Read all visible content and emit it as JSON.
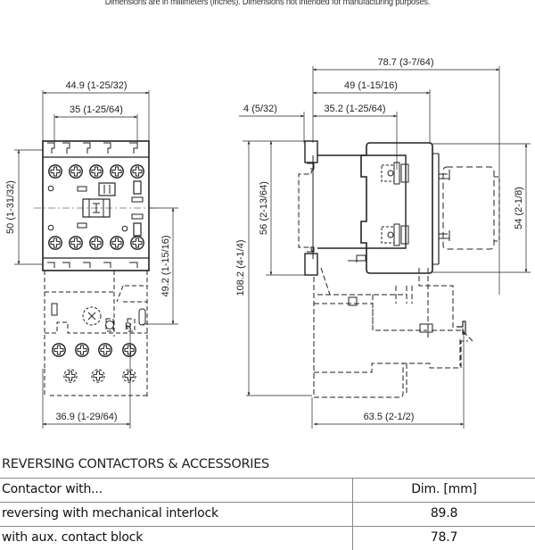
{
  "header": {
    "note": "Dimensions are in millimeters (inches). Dimensions not intended for manufacturing purposes."
  },
  "front_view": {
    "dims": {
      "overall_width": "44.9 (1-25/32)",
      "mounting_width": "35 (1-25/64)",
      "height": "50 (1-31/32)",
      "accessory_height": "49.2 (1-15/16)",
      "accessory_width": "36.9 (1-29/64)"
    },
    "marking_letter": "R"
  },
  "side_view": {
    "dims": {
      "overall_depth": "78.7 (3-7/64)",
      "depth_to_face": "49 (1-15/16)",
      "depth_to_center": "35.2 (1-25/64)",
      "rail_offset": "4 (5/32)",
      "body_height": "56 (2-13/64)",
      "total_height": "108.2 (4-1/4)",
      "aux_block_height": "54 (2-1/8)",
      "accessory_depth": "63.5 (2-1/2)"
    }
  },
  "table": {
    "title": "REVERSING CONTACTORS & ACCESSORIES",
    "columns": [
      "Contactor with...",
      "Dim. [mm]"
    ],
    "rows": [
      {
        "label": "reversing with mechanical interlock",
        "value": "89.8"
      },
      {
        "label": "with aux. contact block",
        "value": "78.7"
      }
    ]
  }
}
